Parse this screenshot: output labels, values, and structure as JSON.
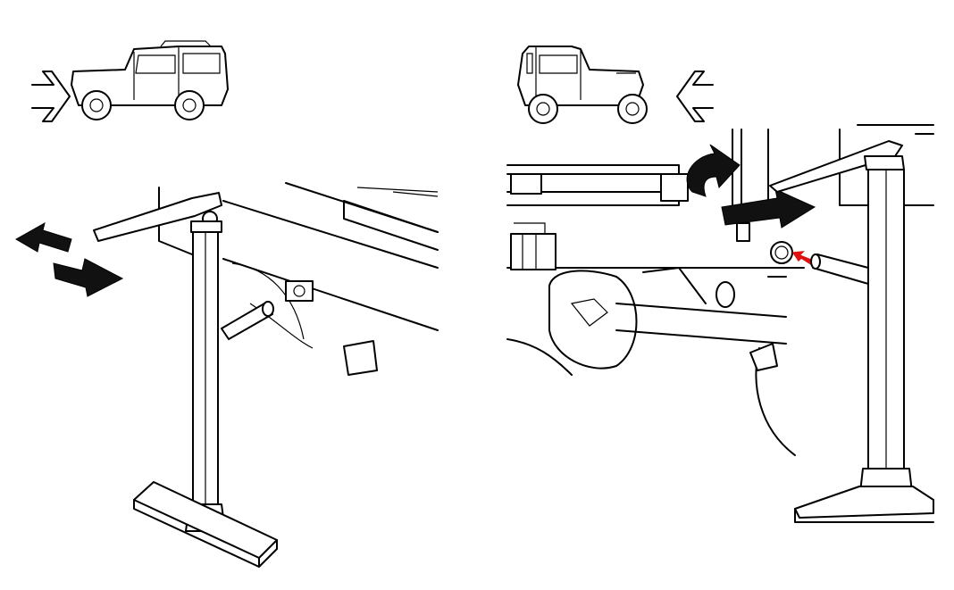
{
  "diagram": {
    "panels": [
      {
        "id": "left",
        "view": "front-approach",
        "icons": [
          "vehicle-icon",
          "direction-arrow-icon",
          "double-arrow-icon",
          "jack-stand-icon"
        ]
      },
      {
        "id": "right",
        "view": "rear-approach",
        "icons": [
          "vehicle-icon",
          "direction-arrow-icon",
          "rotate-arrow-icon",
          "push-arrow-icon",
          "jack-stand-icon",
          "red-pointer-icon"
        ]
      }
    ],
    "colors": {
      "line": "#000000",
      "background": "#ffffff",
      "highlight": "#e01010"
    }
  }
}
